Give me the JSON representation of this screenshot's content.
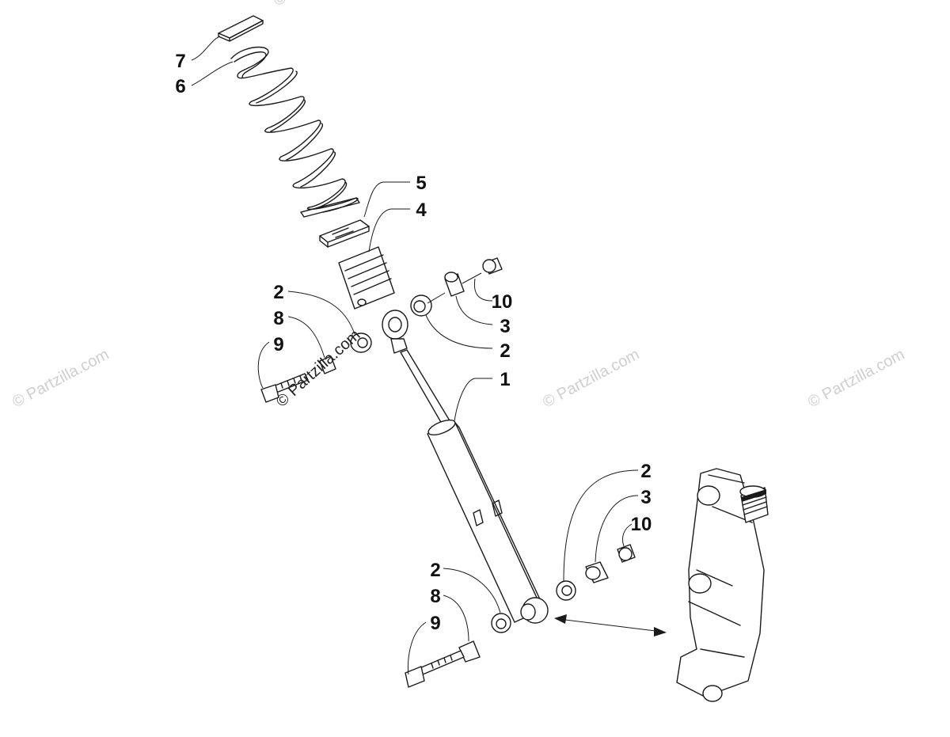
{
  "callouts": {
    "c7": "7",
    "c6": "6",
    "c5": "5",
    "c4": "4",
    "c2_upper_left": "2",
    "c8_upper": "8",
    "c9_upper": "9",
    "c10_upper": "10",
    "c3_upper": "3",
    "c2_upper_right": "2",
    "c1": "1",
    "c2_lower_right": "2",
    "c3_lower": "3",
    "c10_lower": "10",
    "c2_lower_left": "2",
    "c8_lower": "8",
    "c9_lower": "9"
  },
  "watermarks": {
    "w1": "© Partzilla.com",
    "w2": "© Partzilla.com",
    "w3": "© Partzilla.com",
    "w4": "© Partzilla.com",
    "center": "© Partzilla.com"
  },
  "colors": {
    "line": "#1a1a1a",
    "watermark": "#cfcfcf",
    "background": "#ffffff"
  }
}
